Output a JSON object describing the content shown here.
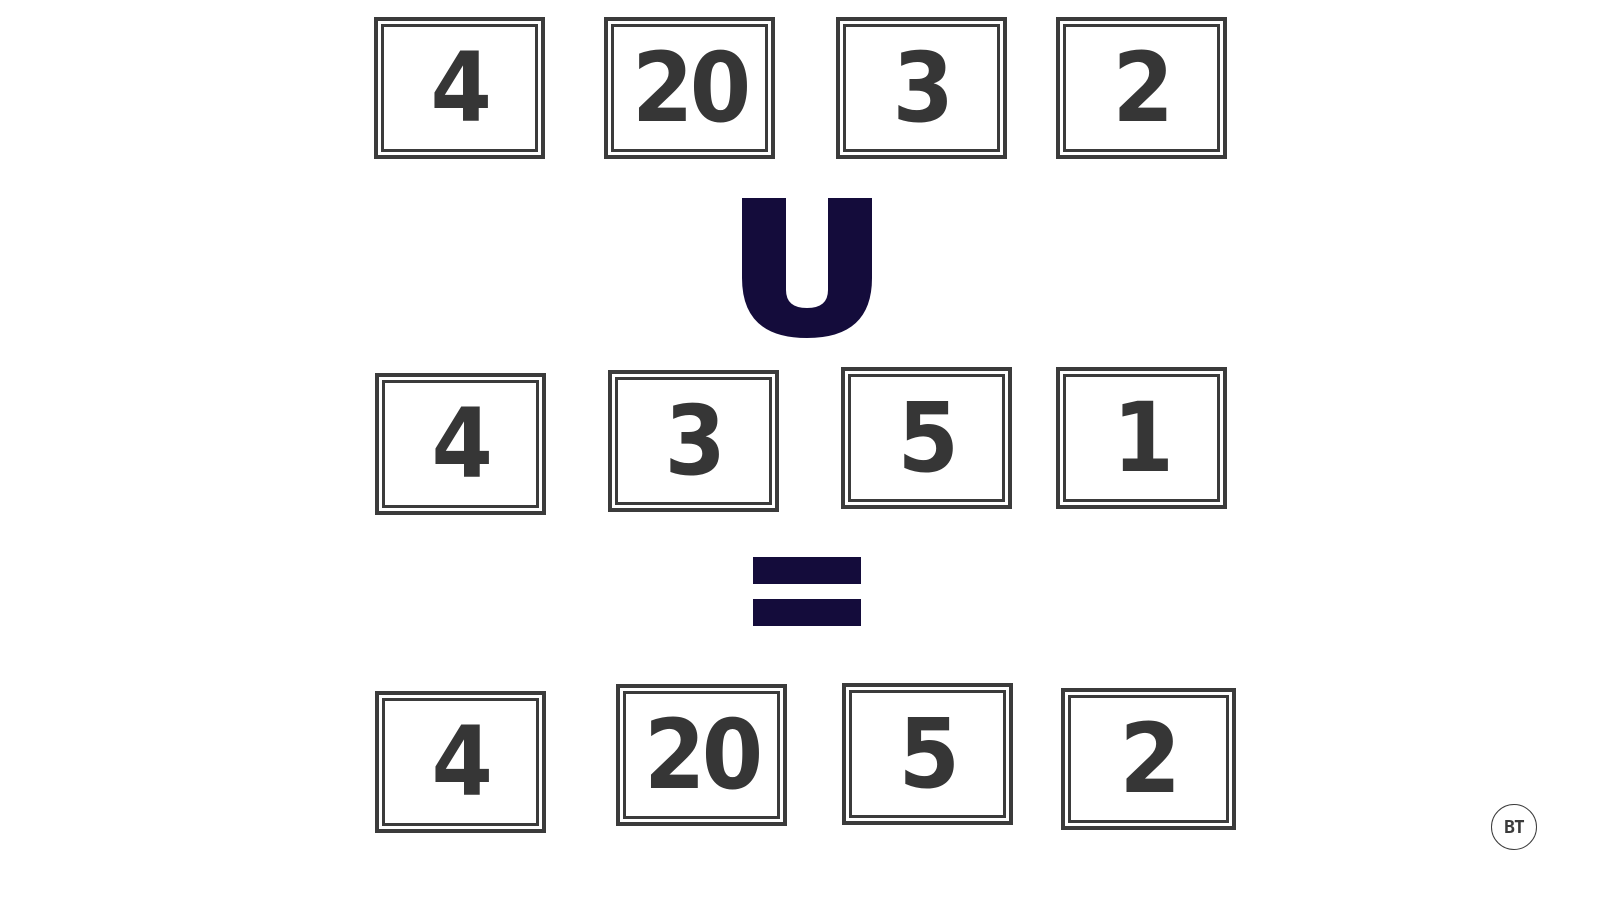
{
  "sets": {
    "first": [
      "4",
      "20",
      "3",
      "2"
    ],
    "second": [
      "4",
      "3",
      "5",
      "1"
    ],
    "result": [
      "4",
      "20",
      "5",
      "2"
    ]
  },
  "operators": {
    "union_symbol": "U",
    "equals_symbol": "="
  },
  "colors": {
    "box_border": "#3b3b3b",
    "number_text": "#363636",
    "operator": "#140c3b",
    "background": "#ffffff"
  },
  "logo": {
    "text": "BT"
  }
}
